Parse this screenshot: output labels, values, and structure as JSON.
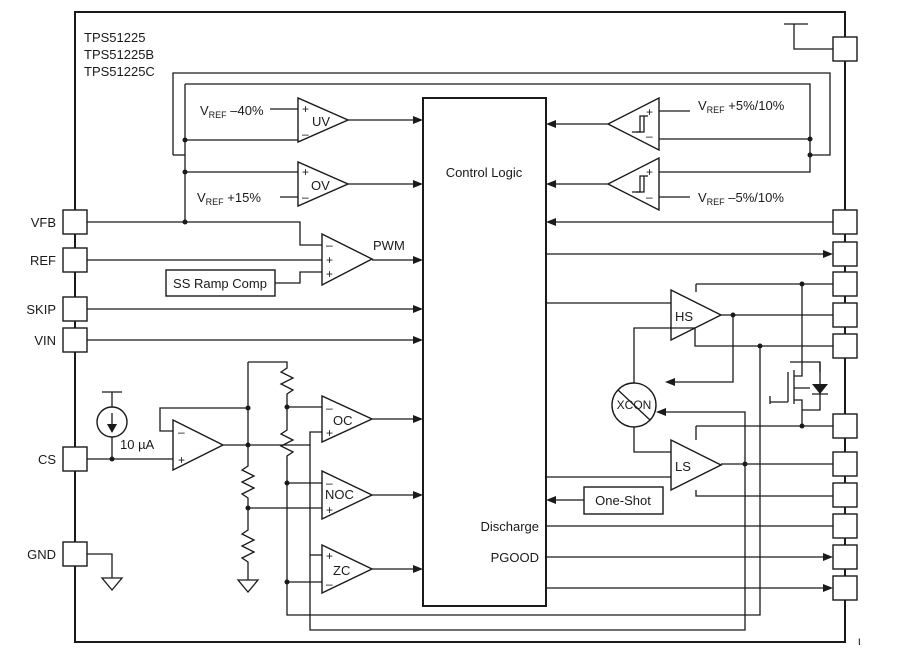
{
  "part_numbers": [
    "TPS51225",
    "TPS51225B",
    "TPS51225C"
  ],
  "pins_left": [
    "VFB",
    "REF",
    "SKIP",
    "VIN",
    "CS",
    "GND"
  ],
  "comparators": {
    "uv": "UV",
    "ov": "OV",
    "oc": "OC",
    "noc": "NOC",
    "zc": "ZC",
    "uv_ref": {
      "main": "V",
      "sub": "REF",
      "rest": " –40%"
    },
    "ov_ref": {
      "main": "V",
      "sub": "REF",
      "rest": " +15%"
    },
    "pg_hi_ref": {
      "main": "V",
      "sub": "REF",
      "rest": " +5%/10%"
    },
    "pg_lo_ref": {
      "main": "V",
      "sub": "REF",
      "rest": " –5%/10%"
    }
  },
  "blocks": {
    "control_logic": "Control Logic",
    "pwm": "PWM",
    "ss_ramp": "SS Ramp Comp",
    "one_shot": "One-Shot",
    "discharge": "Discharge",
    "pgood": "PGOOD",
    "hs": "HS",
    "ls": "LS",
    "xcon": "XCON"
  },
  "current_source": "10 µA",
  "signs": {
    "plus": "+",
    "minus": "–"
  },
  "corner_mark": "ι"
}
